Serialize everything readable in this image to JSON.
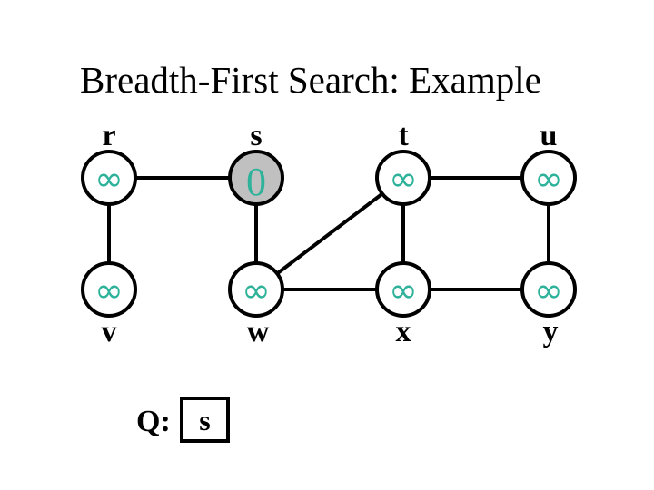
{
  "slide": {
    "title": "Breadth-First Search: Example"
  },
  "colors": {
    "ink": "#000000",
    "accent_teal": "#2eb29a",
    "visited_fill": "#c0c0c0",
    "unvisited_fill": "#ffffff"
  },
  "graph": {
    "nodes": [
      {
        "id": "r",
        "label": "r",
        "value": "∞",
        "fill": "#ffffff"
      },
      {
        "id": "s",
        "label": "s",
        "value": "0",
        "fill": "#c0c0c0"
      },
      {
        "id": "t",
        "label": "t",
        "value": "∞",
        "fill": "#ffffff"
      },
      {
        "id": "u",
        "label": "u",
        "value": "∞",
        "fill": "#ffffff"
      },
      {
        "id": "v",
        "label": "v",
        "value": "∞",
        "fill": "#ffffff"
      },
      {
        "id": "w",
        "label": "w",
        "value": "∞",
        "fill": "#ffffff"
      },
      {
        "id": "x",
        "label": "x",
        "value": "∞",
        "fill": "#ffffff"
      },
      {
        "id": "y",
        "label": "y",
        "value": "∞",
        "fill": "#ffffff"
      }
    ],
    "edges": [
      [
        "r",
        "s"
      ],
      [
        "r",
        "v"
      ],
      [
        "s",
        "w"
      ],
      [
        "t",
        "u"
      ],
      [
        "t",
        "w"
      ],
      [
        "t",
        "x"
      ],
      [
        "u",
        "y"
      ],
      [
        "w",
        "x"
      ],
      [
        "x",
        "y"
      ]
    ]
  },
  "queue": {
    "label": "Q:",
    "items": [
      "s"
    ]
  }
}
